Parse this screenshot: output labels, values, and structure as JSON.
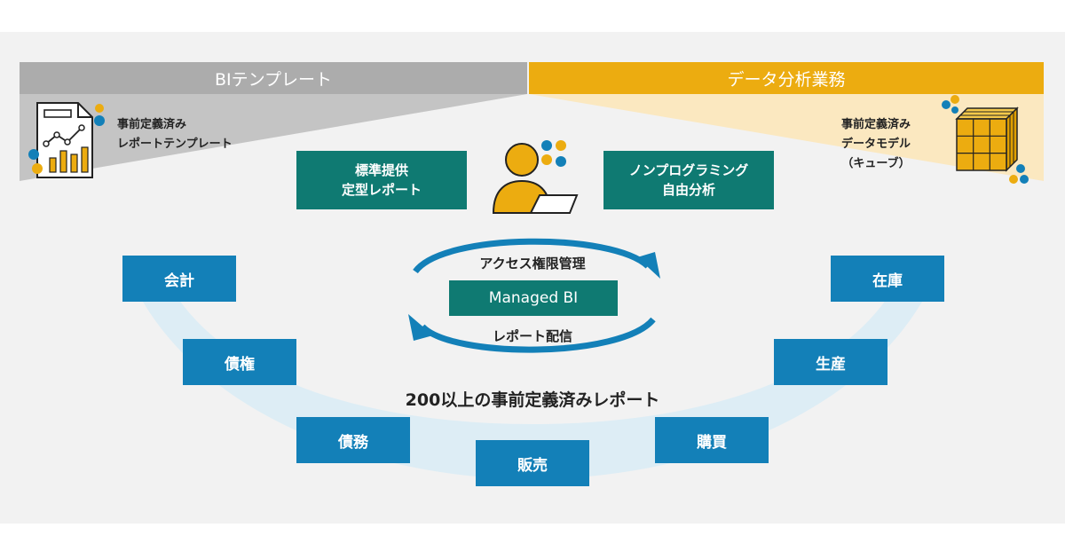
{
  "headers": {
    "bi_template": "BIテンプレート",
    "data_analysis": "データ分析業務"
  },
  "left_panel": {
    "line1": "事前定義済み",
    "line2": "レポートテンプレート"
  },
  "right_panel": {
    "line1": "事前定義済み",
    "line2": "データモデル",
    "line3": "（キューブ）"
  },
  "center": {
    "box_standard_line1": "標準提供",
    "box_standard_line2": "定型レポート",
    "box_nonprog_line1": "ノンプログラミング",
    "box_nonprog_line2": "自由分析",
    "access_control": "アクセス権限管理",
    "managed_bi": "Managed BI",
    "report_delivery": "レポート配信",
    "reports_count": "200以上の事前定義済みレポート"
  },
  "modules": {
    "accounting": "会計",
    "receivables": "債権",
    "payables": "債務",
    "sales": "販売",
    "purchasing": "購買",
    "production": "生産",
    "inventory": "在庫"
  },
  "colors": {
    "gray": "#acacac",
    "gold": "#ecac10",
    "teal": "#0f7a72",
    "blue": "#1380b8",
    "arc": "#ddedf5"
  }
}
